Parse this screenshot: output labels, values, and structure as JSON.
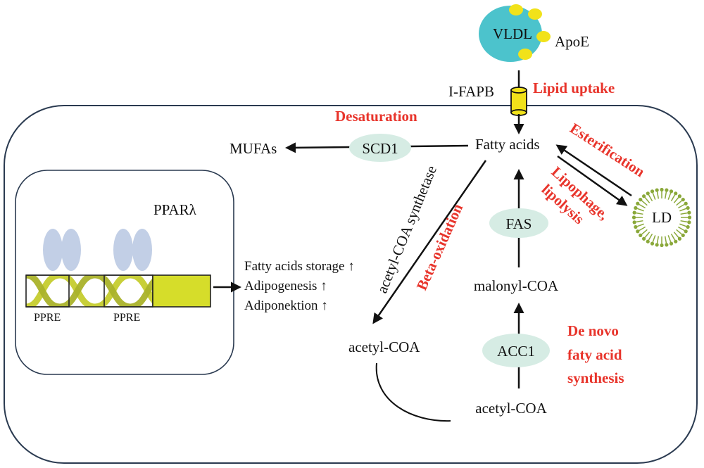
{
  "colors": {
    "membrane": "#2a3a50",
    "vldl": "#4cc3cc",
    "apoe": "#f1e21a",
    "node_fill": "#d6ece4",
    "receptor": "#c2cfe6",
    "dna_gold": "#c5cc2e",
    "gene_box": "#d6dd2a",
    "ld_spikes": "#8aa83a",
    "highlight": "#e8342b"
  },
  "labels": {
    "vldl": "VLDL",
    "apoe": "ApoE",
    "ifapb": "I-FAPB",
    "fatty_acids": "Fatty acids",
    "scd1": "SCD1",
    "mufas": "MUFAs",
    "fas": "FAS",
    "malonyl_coa": "malonyl-COA",
    "acc1": "ACC1",
    "acetyl_coa_left": "acetyl-COA",
    "acetyl_coa_bottom": "acetyl-COA",
    "acetyl_coa_synthetase": "acetyl-COA synthetase",
    "ld": "LD",
    "ppar": "PPARλ",
    "ppre_1": "PPRE",
    "ppre_2": "PPRE",
    "effect_1": "Fatty acids storage ↑",
    "effect_2": "Adipogenesis ↑",
    "effect_3": "Adiponektion ↑"
  },
  "processes": {
    "lipid_uptake": "Lipid uptake",
    "desaturation": "Desaturation",
    "esterification": "Esterification",
    "lipophage_1": "Lipophage,",
    "lipophage_2": "lipolysis",
    "beta_oxidation": "Beta-oxidation",
    "de_novo_1": "De novo",
    "de_novo_2": "faty acid",
    "de_novo_3": "synthesis"
  }
}
